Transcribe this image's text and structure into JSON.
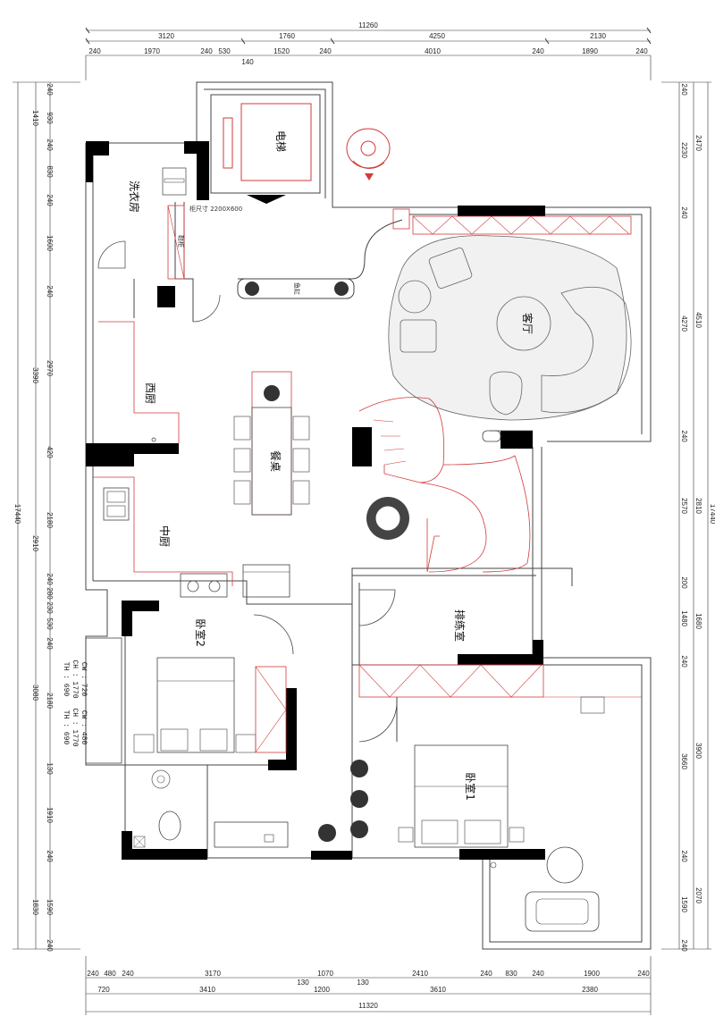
{
  "dims": {
    "top_total": "11260",
    "top_row1": [
      "3120",
      "1760",
      "4250",
      "2130"
    ],
    "top_row2": [
      "240",
      "1970",
      "240",
      "530",
      "140",
      "1520",
      "240",
      "4010",
      "240",
      "1890",
      "240"
    ],
    "bottom_total": "11320",
    "bottom_row1": [
      "240",
      "480",
      "240",
      "3170",
      "130",
      "1070",
      "130",
      "2410",
      "240",
      "830",
      "240",
      "1900",
      "240"
    ],
    "bottom_row2": [
      "720",
      "3410",
      "1200",
      "3610",
      "2380"
    ],
    "left_total": "17440",
    "left_outer": [
      "3390",
      "2910",
      "3080",
      "1830"
    ],
    "left_inner": [
      "240",
      "1410",
      "930",
      "240",
      "830",
      "240",
      "1600",
      "240",
      "2970",
      "420",
      "2180",
      "240",
      "280",
      "230",
      "530",
      "240",
      "2180",
      "130",
      "1910",
      "240",
      "1590",
      "240"
    ],
    "right_total": "17440",
    "right_outer": [
      "2470",
      "4510",
      "2810",
      "1680",
      "3900",
      "2070"
    ],
    "right_inner": [
      "240",
      "2230",
      "240",
      "4270",
      "240",
      "2570",
      "200",
      "1480",
      "240",
      "3660",
      "240",
      "1590",
      "240"
    ]
  },
  "rooms": {
    "elevator": "电梯",
    "laundry": "洗衣房",
    "living": "客厅",
    "western_kitchen": "西厨",
    "dining": "餐桌",
    "chinese_kitchen": "中厨",
    "bedroom2": "卧室2",
    "bedroom1": "卧室1",
    "cloakroom": "排练室",
    "fish_tank": "鱼缸",
    "shoe_cabinet": "鞋柜",
    "cabinet_note": "柜尺寸\n2200X600"
  },
  "cabinet_spec": [
    "CW : 480",
    "CH : 1770",
    "TH : 690",
    "CW : 720",
    "CH : 1770",
    "TH : 690"
  ],
  "colors": {
    "wall": "#000000",
    "line": "#444444",
    "furniture": "#555555",
    "red": "#d33a3a"
  }
}
